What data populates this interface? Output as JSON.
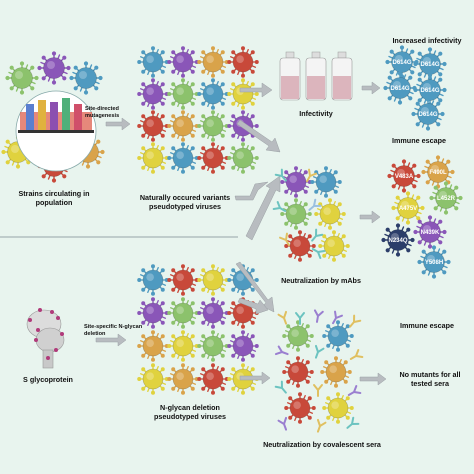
{
  "labels": {
    "mutagenesis": "Site-directed mutagenesis",
    "strains": "Strains circulating in population",
    "variants": "Naturally occured variants pseudotyped viruses",
    "infectivity": "Infectivity",
    "increased_infectivity": "Increased infectivity",
    "immune_escape_top": "Immune escape",
    "neutralization_mabs": "Neutralization by mAbs",
    "glycan_deletion": "Site-specific N-glycan deletion",
    "s_glycoprotein": "S glycoprotein",
    "glycan_pseudotyped": "N-glycan deletion pseudotyped viruses",
    "immune_escape_bottom": "Immune escape",
    "no_mutants": "No mutants for all tested sera",
    "neutralization_sera": "Neutralization by covalescent sera"
  },
  "infectivity_mutants": [
    "D614G",
    "D614G",
    "D614G",
    "D614G",
    "D614G"
  ],
  "escape_mutants": [
    "V483A",
    "F490L",
    "A475V",
    "L452R",
    "N234Q",
    "N439K",
    "Y508H"
  ],
  "colors": {
    "blue": "#4f9ac0",
    "purple": "#8a56b8",
    "green": "#8cc26c",
    "red": "#c8493a",
    "yellow": "#e0d23e",
    "orange": "#d9a34a",
    "darkblue": "#2c3e6a",
    "arrow": "#b8bcc0"
  }
}
